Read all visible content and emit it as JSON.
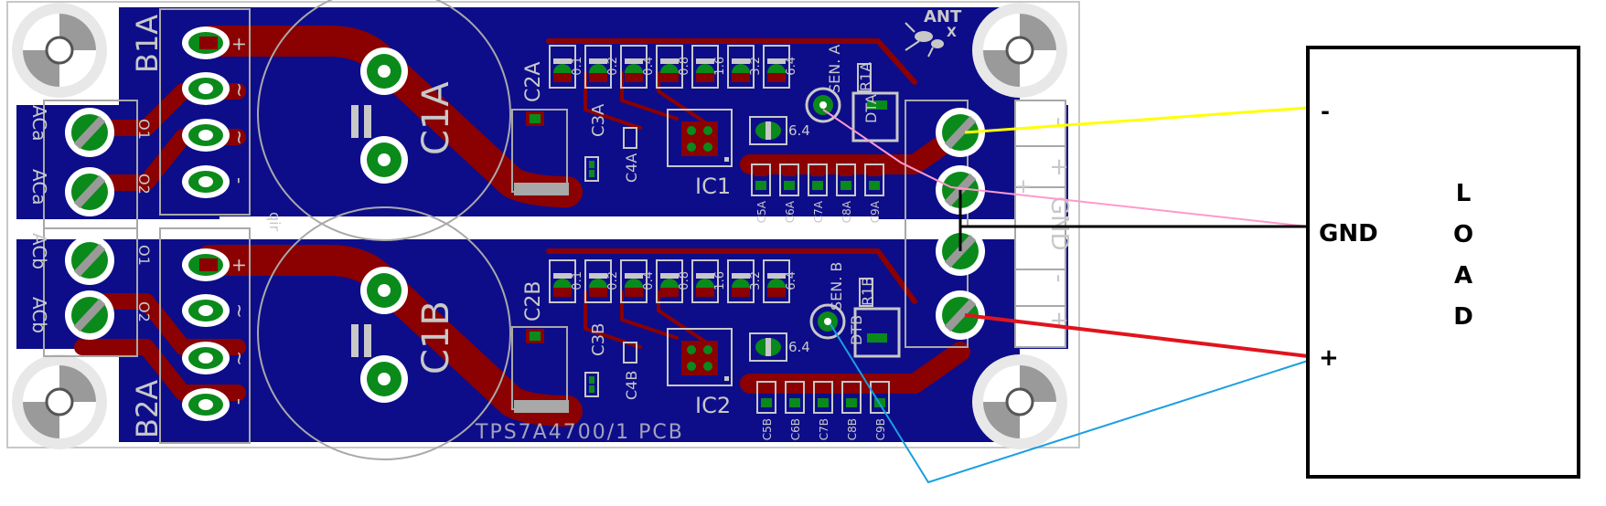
{
  "board": {
    "title_silk": "TPS7A4700/1 PCB",
    "logo_text": "ANT",
    "logo_sub": "X",
    "channel_a": {
      "connector_in": "B1A",
      "capacitor_bulk": "C1A",
      "cap_small": "C2A",
      "cap_c3": "C3A",
      "cap_c4": "C4A",
      "ic": "IC1",
      "sense": "SEN. A",
      "resistor": "R1A",
      "diode": "DTA",
      "voltage_pins": [
        "0.1",
        "0.2",
        "0.4",
        "0.8",
        "1.6",
        "3.2",
        "6.4"
      ],
      "pin_64": "6.4",
      "caps_row": [
        "C5A",
        "C6A",
        "C7A",
        "C8A",
        "C9A"
      ],
      "ac_labels": [
        "ACa",
        "ACa"
      ],
      "pin_labels": [
        "+",
        "~",
        "~",
        "-"
      ],
      "out_labels": [
        "O1",
        "O2"
      ]
    },
    "channel_b": {
      "connector_in": "B2A",
      "capacitor_bulk": "C1B",
      "cap_small": "C2B",
      "cap_c3": "C3B",
      "cap_c4": "C4B",
      "ic": "IC2",
      "sense": "SEN. B",
      "resistor": "R1B",
      "diode": "DTB",
      "voltage_pins": [
        "0.1",
        "0.2",
        "0.4",
        "0.8",
        "1.6",
        "3.2",
        "6.4"
      ],
      "pin_64": "6.4",
      "caps_row": [
        "C5B",
        "C6B",
        "C7B",
        "C8B",
        "C9B"
      ],
      "ac_labels": [
        "ACb",
        "ACb"
      ],
      "pin_labels": [
        "+",
        "~",
        "~",
        "-"
      ],
      "out_labels": [
        "O1",
        "O2"
      ]
    },
    "jumper_text": "qir",
    "output_terminal_labels": [
      "-",
      "+",
      "GND",
      "-",
      "+",
      "+"
    ]
  },
  "load": {
    "letters": [
      "L",
      "O",
      "A",
      "D"
    ],
    "terminal_minus": "-",
    "terminal_gnd": "GND",
    "terminal_plus": "+"
  },
  "wires": {
    "minus": "#ffff00",
    "sense_a": "#ff99cc",
    "gnd": "#000000",
    "plus": "#e0141e",
    "sense_b": "#1a9fe0"
  },
  "colors": {
    "board": "#0d0d8a",
    "copper": "#8b0000",
    "pad": "#0a8a1a",
    "silk": "#c8c8c8"
  }
}
